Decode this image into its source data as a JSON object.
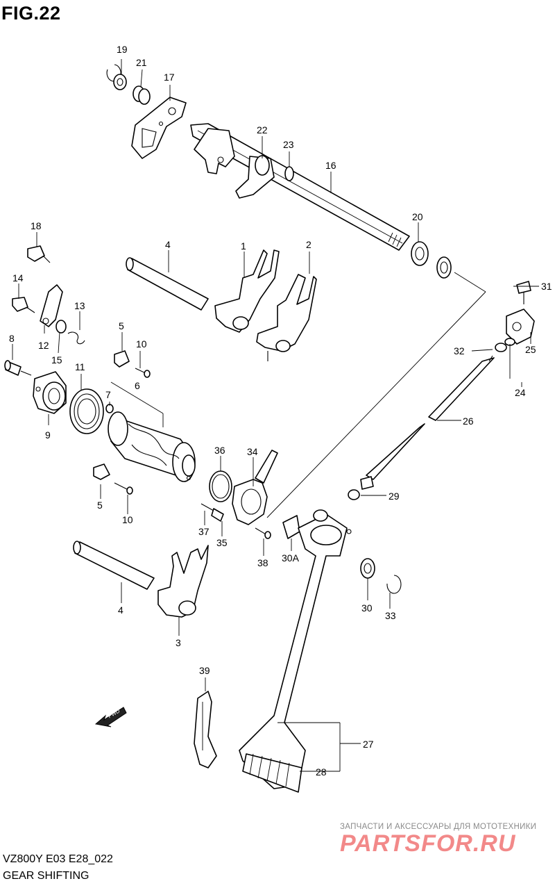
{
  "figure_title": "FIG.22",
  "footer": {
    "model_code": "VZ800Y E03 E28_022",
    "section_name": "GEAR SHIFTING"
  },
  "watermark": {
    "caption": "ЗАПЧАСТИ И АКСЕССУАРЫ ДЛЯ МОТОТЕХНИКИ",
    "brand": "PARTSFOR.RU"
  },
  "fwd_marker": "FWD",
  "callouts": [
    "1",
    "2",
    "3",
    "4",
    "4",
    "5",
    "5",
    "6",
    "7",
    "8",
    "9",
    "10",
    "10",
    "11",
    "12",
    "13",
    "14",
    "15",
    "16",
    "17",
    "18",
    "19",
    "20",
    "21",
    "22",
    "23",
    "24",
    "25",
    "26",
    "27",
    "28",
    "29",
    "30",
    "30A",
    "31",
    "32",
    "33",
    "34",
    "35",
    "36",
    "37",
    "38",
    "39"
  ]
}
